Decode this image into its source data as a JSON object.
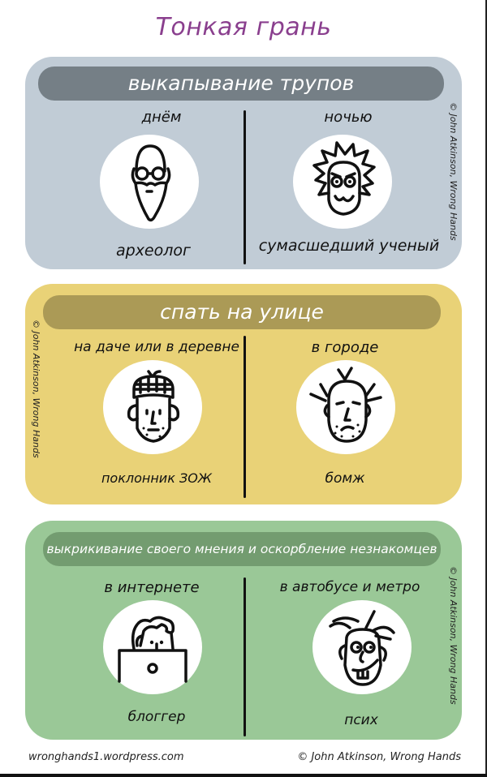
{
  "title": "Тонкая грань",
  "colors": {
    "title": "#8a3f8e",
    "panel1_bg": "#c1ccd6",
    "panel1_banner": "#757f86",
    "panel2_bg": "#e9d277",
    "panel2_banner": "#ab9a56",
    "panel3_bg": "#9ac897",
    "panel3_banner": "#739c70"
  },
  "panels": [
    {
      "banner": "выкапывание трупов",
      "left": {
        "context": "днём",
        "figure_icon": "bearded-bald-man-with-glasses-icon",
        "label": "археолог"
      },
      "right": {
        "context": "ночью",
        "figure_icon": "wild-haired-scientist-icon",
        "label": "сумасшедший ученый"
      }
    },
    {
      "banner": "спать на улице",
      "left": {
        "context": "на даче или в деревне",
        "figure_icon": "man-in-ushanka-hat-icon",
        "label": "поклонник ЗОЖ"
      },
      "right": {
        "context": "в городе",
        "figure_icon": "stubbly-homeless-man-icon",
        "label": "бомж"
      }
    },
    {
      "banner": "выкрикивание своего мнения и оскорбление незнакомцев",
      "left": {
        "context": "в интернете",
        "figure_icon": "man-behind-laptop-icon",
        "label": "блоггер"
      },
      "right": {
        "context": "в автобусе и метро",
        "figure_icon": "crazy-grinning-man-icon",
        "label": "псих"
      }
    }
  ],
  "credits": {
    "vertical": "© John Atkinson, Wrong Hands",
    "footer_left": "wronghands1.wordpress.com",
    "footer_right": "© John Atkinson, Wrong Hands"
  }
}
